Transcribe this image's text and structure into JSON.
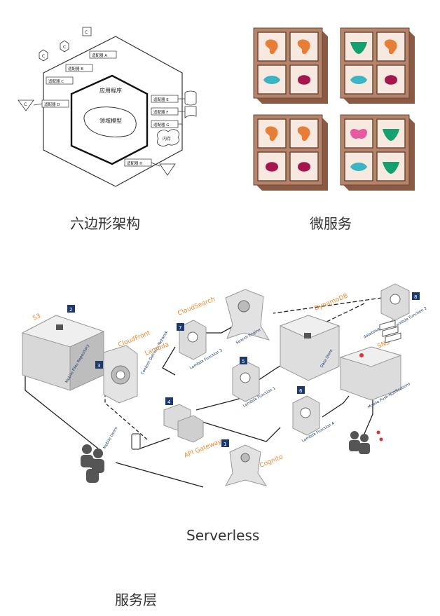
{
  "captions": {
    "hexagonal": "六边形架构",
    "microservices": "微服务",
    "serverless": "Serverless",
    "service_layer": "服务层"
  },
  "hexagon": {
    "outer_badges": [
      "C",
      "C",
      "C",
      "C"
    ],
    "adapters": [
      "适配器 A",
      "适配器 B",
      "适配器 C",
      "适配器 D",
      "适配器 E",
      "适配器 F",
      "适配器 G",
      "适配器 H"
    ],
    "application_label": "应用程序",
    "domain_label": "领域模型",
    "memory_label": "内存"
  },
  "microservices_grid": {
    "colors": {
      "frame": "#b5846a",
      "cell": "#f7e9df",
      "orange": "#e67e37",
      "teal": "#3bb5c4",
      "crimson": "#a3174e",
      "green": "#16a06d",
      "pink": "#e65b9f"
    },
    "cabinets": [
      [
        "orange",
        "orange",
        "teal",
        "crimson"
      ],
      [
        "green",
        "orange",
        "teal",
        "crimson"
      ],
      [
        "orange",
        "orange",
        "crimson",
        "crimson"
      ],
      [
        "pink",
        "green",
        "teal",
        "green"
      ]
    ]
  },
  "serverless": {
    "services": {
      "s3": "S3",
      "cloudfront": "CloudFront",
      "lambda": "Lambda",
      "cloudsearch": "CloudSearch",
      "dynamodb": "DynamoDB",
      "sns": "SNS",
      "api_gateway": "API Gateway",
      "cognito": "Cognito"
    },
    "labels": {
      "mobile_files": "Mobile Files Repository",
      "cdn": "Content Delivery Network",
      "lambda3": "Lambda Function 3",
      "lambda1": "Lambda Function 1",
      "lambda4": "Lambda Function 4",
      "lambda2": "Lambda Function 2",
      "search_engine": "Search Engine",
      "data_store": "Data Store",
      "database_streams": "database streams",
      "mobile_push": "Mobile Push Notifications",
      "mobile_users": "Mobile Users"
    },
    "steps": [
      "1",
      "2",
      "3",
      "4",
      "5",
      "6",
      "7",
      "8"
    ]
  }
}
